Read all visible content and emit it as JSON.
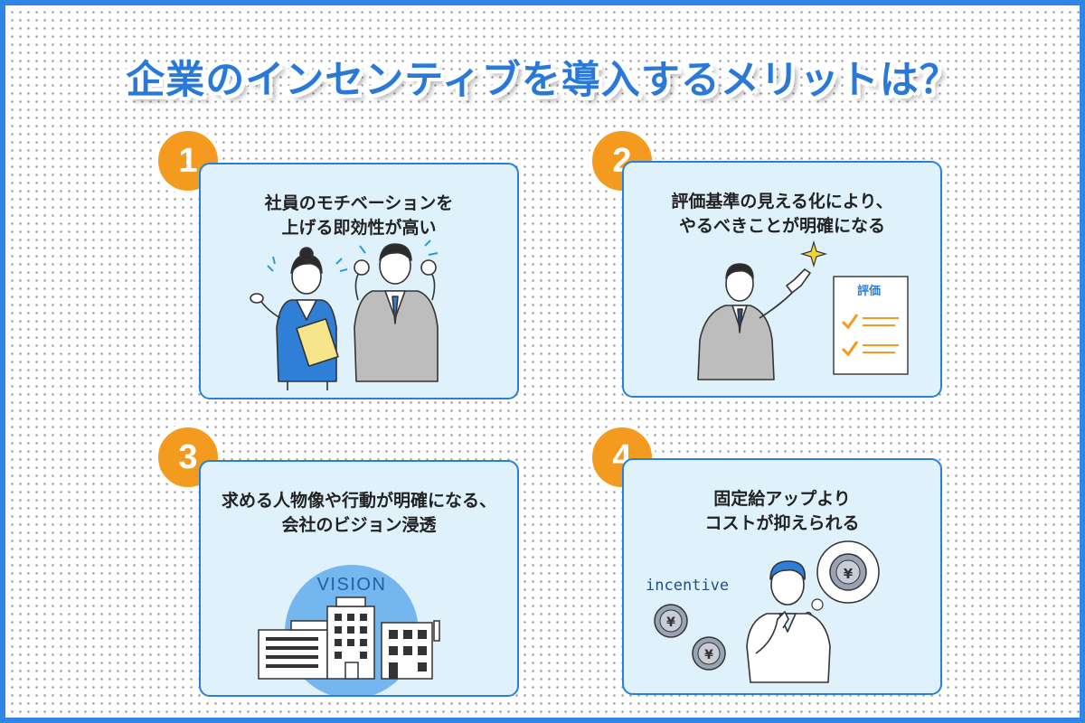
{
  "title": "企業のインセンティブを導入するメリットは？",
  "cards": [
    {
      "number": "1",
      "line1": "社員のモチベーションを",
      "line2": "上げる即効性が高い"
    },
    {
      "number": "2",
      "line1": "評価基準の見える化により、",
      "line2": "やるべきことが明確になる",
      "sheet_label": "評価"
    },
    {
      "number": "3",
      "line1": "求める人物像や行動が明確になる、",
      "line2": "会社のビジョン浸透",
      "vision_label": "VISION"
    },
    {
      "number": "4",
      "line1": "固定給アップより",
      "line2": "コストが抑えられる",
      "incentive_label": "incentive"
    }
  ],
  "colors": {
    "accent": "#2a7fdc",
    "badge": "#f39a1f",
    "card_bg": "#dff2fc"
  }
}
